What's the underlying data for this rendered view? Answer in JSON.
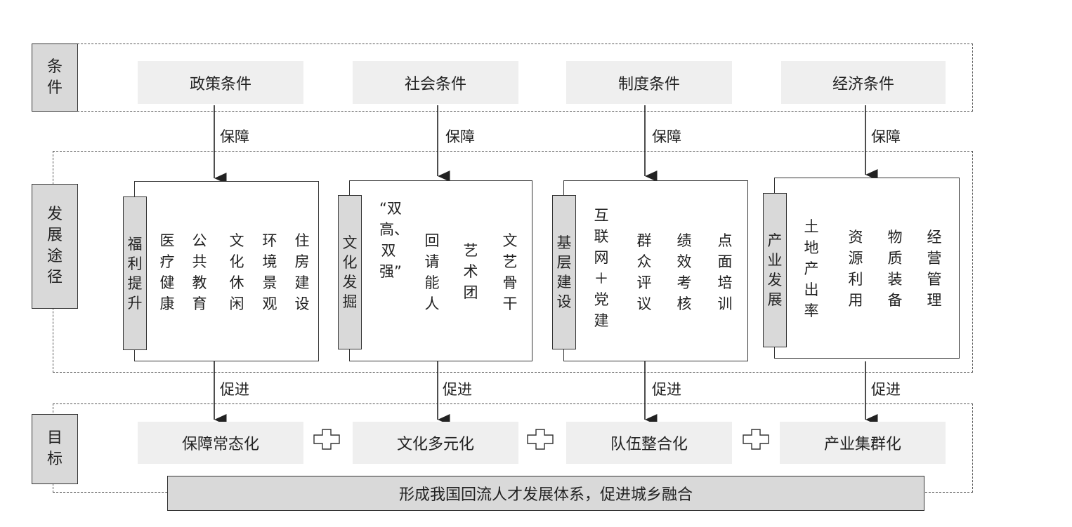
{
  "sections": {
    "conditions": "条件",
    "paths": "发展途径",
    "goals": "目标"
  },
  "conditions": [
    "政策条件",
    "社会条件",
    "制度条件",
    "经济条件"
  ],
  "guarantee_label": "保障",
  "promote_label": "促进",
  "paths": [
    {
      "tag": "福利提升",
      "items": [
        "医疗健康",
        "公共教育",
        "文化休闲",
        "环境景观",
        "住房建设"
      ]
    },
    {
      "tag": "文化发掘",
      "items": [
        "“双高、双强”",
        "回请能人",
        "艺术团",
        "文艺骨干"
      ]
    },
    {
      "tag": "基层建设",
      "items": [
        "互联网＋党建",
        "群众评议",
        "绩效考核",
        "点面培训"
      ]
    },
    {
      "tag": "产业发展",
      "items": [
        "土地产出率",
        "资源利用",
        "物质装备",
        "经营管理"
      ]
    }
  ],
  "goals": [
    "保障常态化",
    "文化多元化",
    "队伍整合化",
    "产业集群化"
  ],
  "final_goal": "形成我国回流人才发展体系，促进城乡融合",
  "icons": [
    "plus-outline-icon",
    "arrow-down-icon"
  ]
}
